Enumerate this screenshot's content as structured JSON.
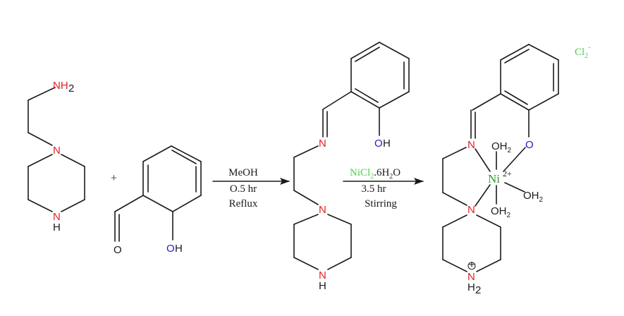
{
  "diagram": {
    "type": "chemical_reaction_scheme",
    "reactants": [
      {
        "name": "1-(2-aminoethyl)piperazine",
        "labels": {
          "amine": "NH",
          "amine_sub": "2",
          "n_ring": "N",
          "nh_ring_N": "N",
          "nh_ring_H": "H"
        }
      },
      {
        "name": "salicylaldehyde",
        "labels": {
          "carbonyl_O": "O",
          "hydroxyl_O": "O",
          "hydroxyl_H": "H"
        }
      }
    ],
    "plus_sign": "+",
    "step1": {
      "reagent": "MeOH",
      "time": "O.5 hr",
      "condition": "Reflux"
    },
    "intermediate": {
      "name": "Schiff base ligand",
      "labels": {
        "imine_N": "N",
        "hydroxyl_O": "O",
        "hydroxyl_H": "H",
        "pip_N": "N",
        "pip_NH_N": "N",
        "pip_NH_H": "H"
      }
    },
    "step2": {
      "reagent_main": "NiCl",
      "reagent_sub1": "2",
      "reagent_rest": ".6H",
      "reagent_sub2": "2",
      "reagent_end": "O",
      "time": "3.5 hr",
      "condition": "Stirring"
    },
    "product": {
      "name": "Nickel(II) complex",
      "metal": "Ni",
      "metal_charge": "2+",
      "labels": {
        "imine_N": "N",
        "phenoxide_O": "O",
        "pip_N": "N",
        "pip_NH2_N": "N",
        "pip_NH2_H": "H",
        "pip_NH2_sub": "2",
        "pip_charge": "+",
        "water": "OH",
        "water_sub": "2"
      },
      "counterion": "Cl",
      "counterion_sub": "2",
      "counterion_charge": "-"
    },
    "colors": {
      "nitrogen": "#e0202a",
      "oxygen": "#2020c8",
      "nickel": "#2e9a3a",
      "chloride": "#4cd04c",
      "bond": "#1a1a1a"
    }
  }
}
